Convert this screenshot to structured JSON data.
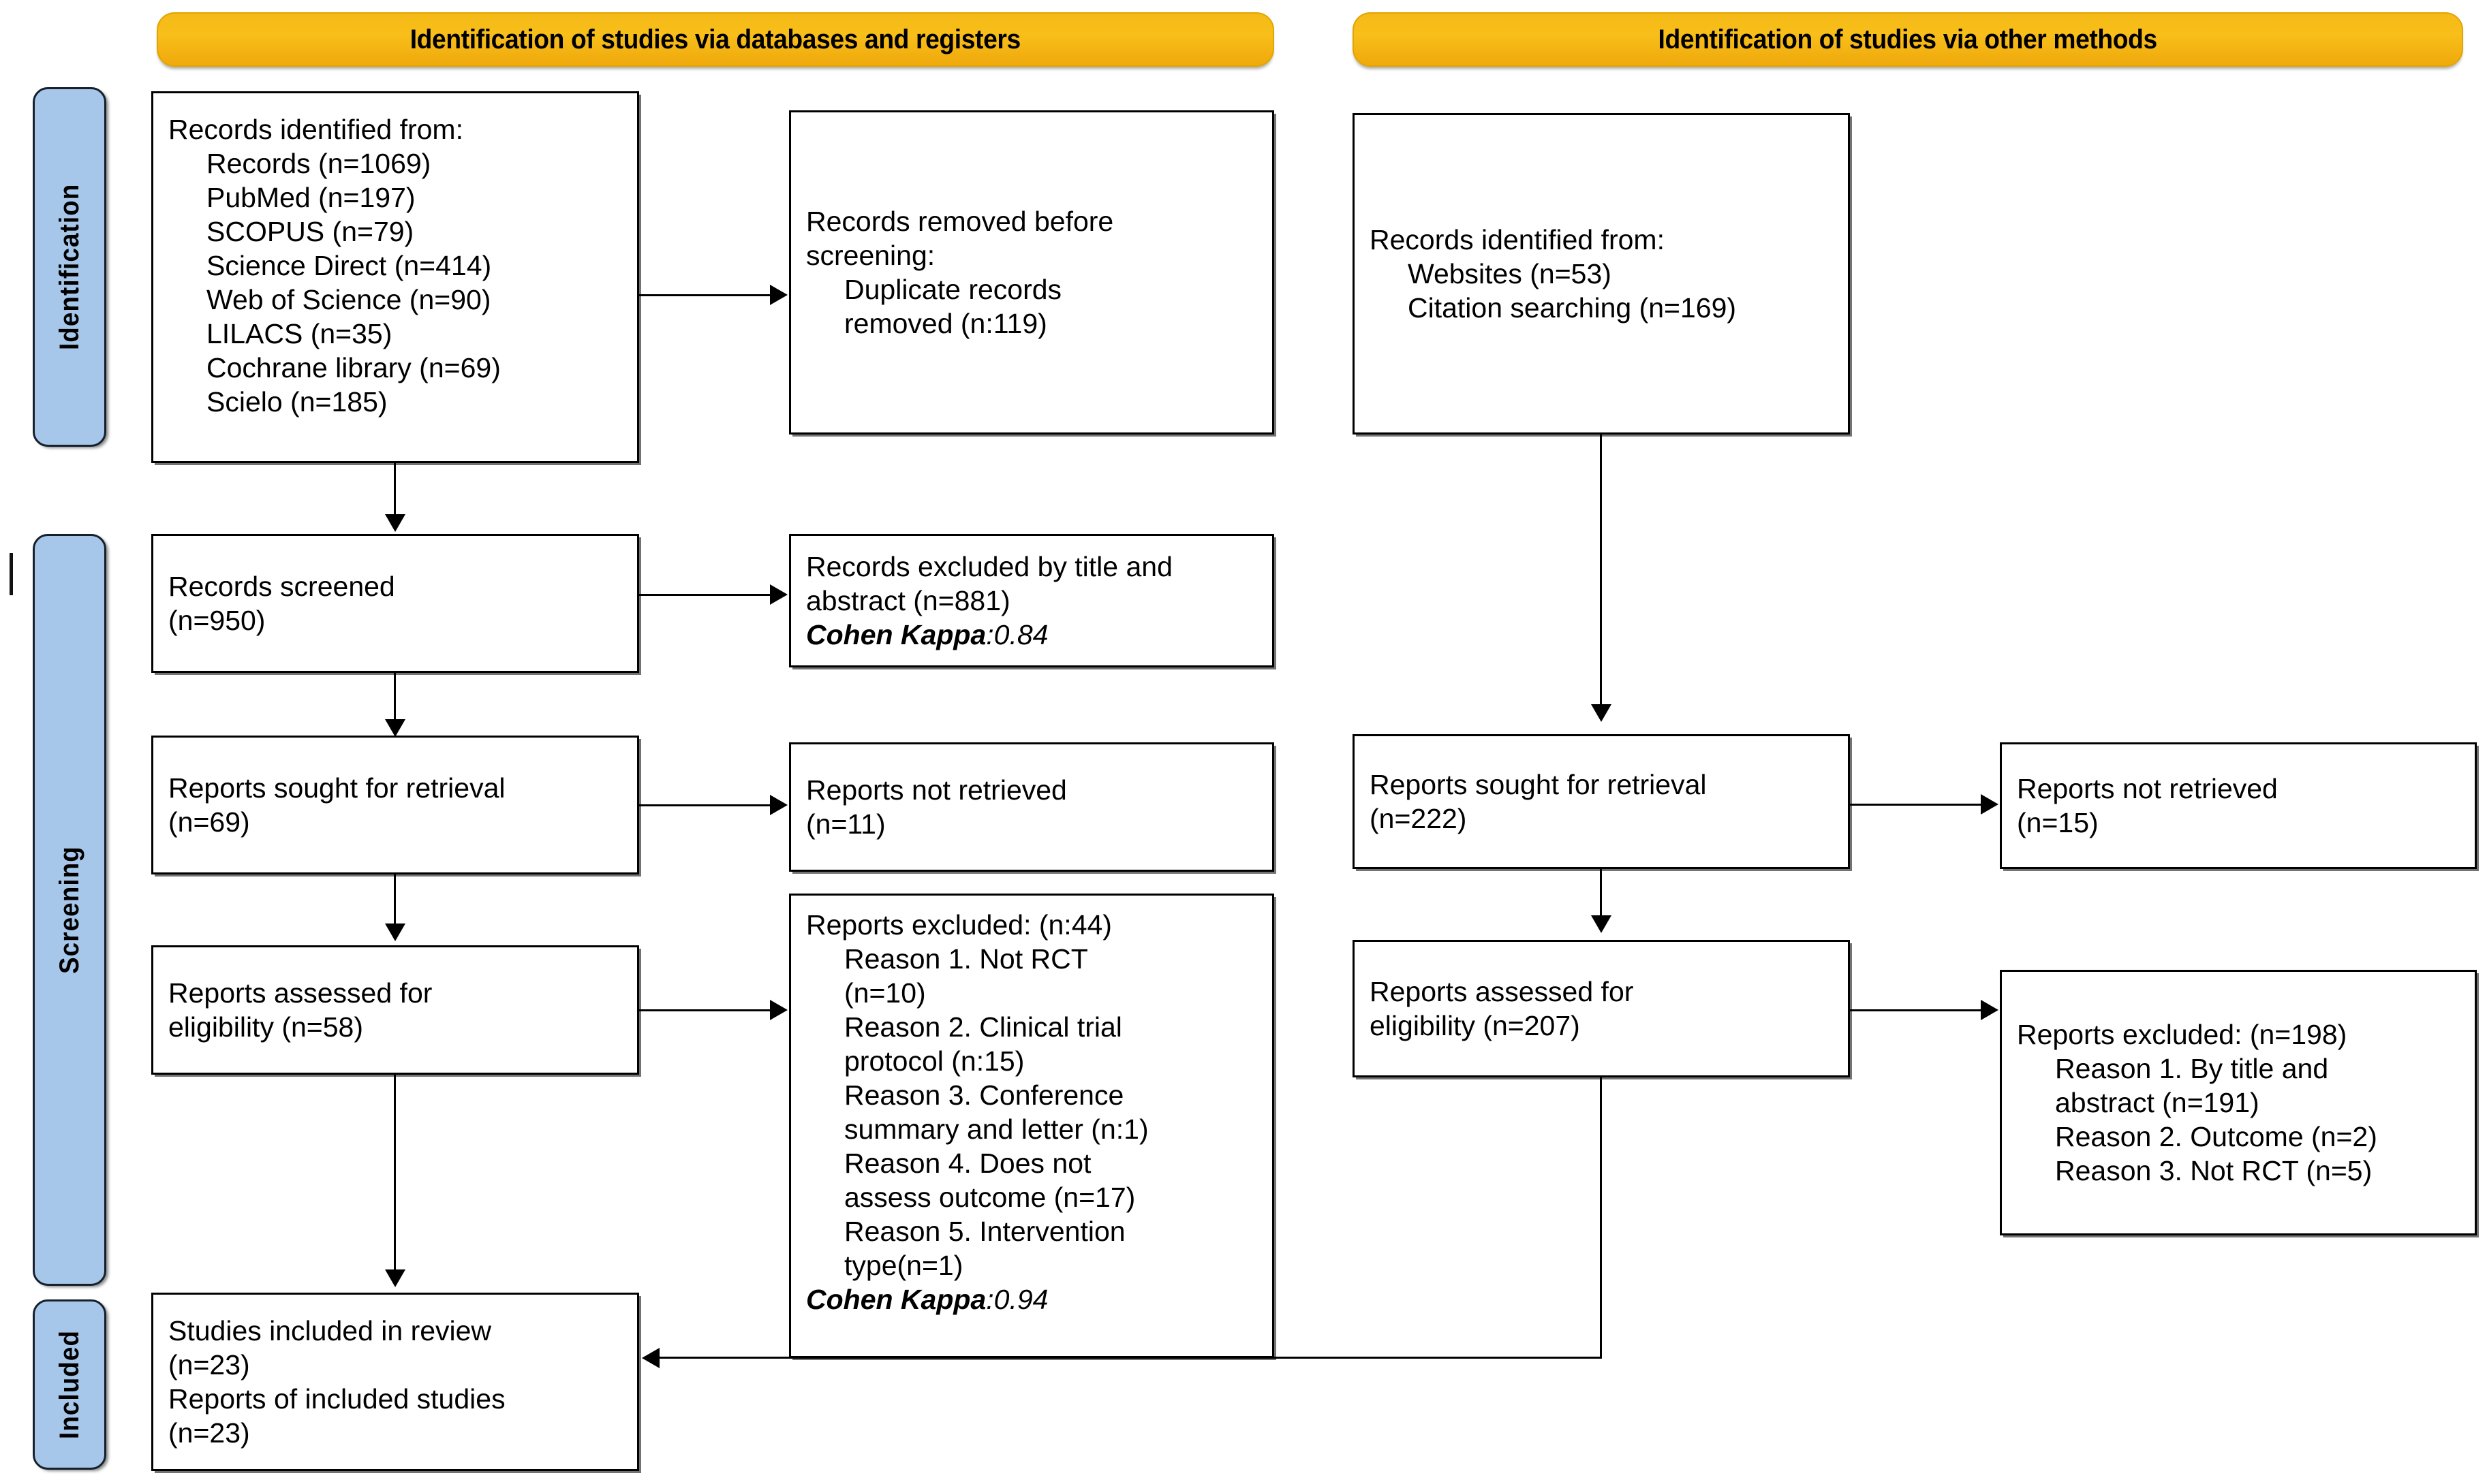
{
  "diagram": {
    "title": "PRISMA 2020 flow diagram",
    "colors": {
      "header_orange": "#F5BA18",
      "stage_blue": "#A7C7EA",
      "box_border": "#000000",
      "background": "#FFFFFF"
    }
  },
  "headers": {
    "left": "Identification of studies via databases and registers",
    "right": "Identification of studies via other methods"
  },
  "stages": {
    "identification": "Identification",
    "screening": "Screening",
    "included": "Included"
  },
  "left_column": {
    "records_identified": {
      "title": "Records identified from:",
      "sources": [
        "Records (n=1069)",
        "PubMed (n=197)",
        "SCOPUS (n=79)",
        "Science Direct (n=414)",
        "Web of Science (n=90)",
        "LILACS (n=35)",
        "Cochrane library (n=69)",
        "Scielo (n=185)"
      ]
    },
    "records_removed": {
      "line1": "Records removed before",
      "line2": "screening:",
      "line3": "Duplicate records",
      "line4": "removed (n:119)"
    },
    "records_screened": {
      "line1": "Records screened",
      "line2": "(n=950)"
    },
    "records_excluded": {
      "line1": "Records excluded by title and",
      "line2": "abstract (n=881)",
      "kappa_label": "Cohen Kappa",
      "kappa_value": ":0.84"
    },
    "reports_sought": {
      "line1": "Reports sought for retrieval",
      "line2": "(n=69)"
    },
    "reports_not_retrieved": {
      "line1": "Reports not retrieved",
      "line2": "(n=11)"
    },
    "reports_assessed": {
      "line1": "Reports assessed for",
      "line2": "eligibility (n=58)"
    },
    "reports_excluded": {
      "title": "Reports excluded: (n:44)",
      "reasons": [
        "Reason 1. Not RCT",
        "(n=10)",
        "Reason 2. Clinical trial",
        "protocol (n:15)",
        "Reason 3. Conference",
        "summary and letter (n:1)",
        "Reason 4. Does not",
        "assess outcome (n=17)",
        "Reason 5. Intervention",
        "type(n=1)"
      ],
      "kappa_label": "Cohen Kappa",
      "kappa_value": ":0.94"
    },
    "studies_included": {
      "line1": "Studies included in review",
      "line2": "(n=23)",
      "line3": "Reports of included studies",
      "line4": "(n=23)"
    }
  },
  "right_column": {
    "records_identified": {
      "title": "Records identified from:",
      "sources": [
        "Websites (n=53)",
        "Citation searching (n=169)"
      ]
    },
    "reports_sought": {
      "line1": "Reports sought for retrieval",
      "line2": "(n=222)"
    },
    "reports_not_retrieved": {
      "line1": "Reports not retrieved",
      "line2": "(n=15)"
    },
    "reports_assessed": {
      "line1": "Reports assessed for",
      "line2": "eligibility (n=207)"
    },
    "reports_excluded": {
      "title": "Reports excluded: (n=198)",
      "reasons": [
        "Reason 1. By title and",
        "abstract (n=191)",
        "Reason 2. Outcome (n=2)",
        "Reason 3. Not RCT (n=5)"
      ]
    }
  }
}
